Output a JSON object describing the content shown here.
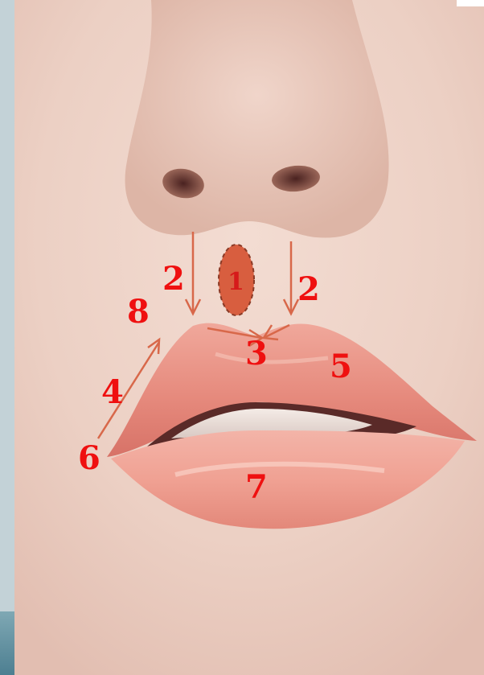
{
  "labels": {
    "one": "1",
    "two_left": "2",
    "two_right": "2",
    "three": "3",
    "four": "4",
    "five": "5",
    "six": "6",
    "seven": "7",
    "eight": "8"
  },
  "colors": {
    "label_red": "#ef1010",
    "arrow": "#d8684a",
    "philtrum_marker": "#d85e3f"
  }
}
